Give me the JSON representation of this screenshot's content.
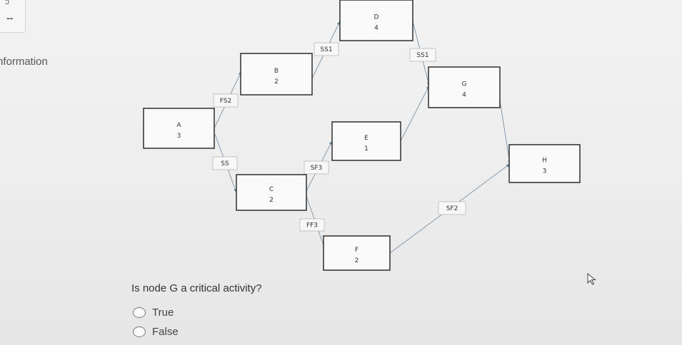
{
  "sidebar": {
    "label": "nformation",
    "top_glyph": "ɔ",
    "dash": "--"
  },
  "diagram": {
    "nodes": [
      {
        "name": "A",
        "duration": "3"
      },
      {
        "name": "B",
        "duration": "2"
      },
      {
        "name": "C",
        "duration": "2"
      },
      {
        "name": "D",
        "duration": "4"
      },
      {
        "name": "E",
        "duration": "1"
      },
      {
        "name": "F",
        "duration": "2"
      },
      {
        "name": "G",
        "duration": "4"
      },
      {
        "name": "H",
        "duration": "3"
      }
    ],
    "edges": [
      {
        "from": "A",
        "to": "B",
        "label": "FS2"
      },
      {
        "from": "A",
        "to": "C",
        "label": "SS"
      },
      {
        "from": "B",
        "to": "D",
        "label": "SS1"
      },
      {
        "from": "C",
        "to": "E",
        "label": "SF3"
      },
      {
        "from": "C",
        "to": "F",
        "label": "FF3"
      },
      {
        "from": "D",
        "to": "G",
        "label": "SS1"
      },
      {
        "from": "E",
        "to": "G",
        "label": ""
      },
      {
        "from": "G",
        "to": "H",
        "label": ""
      },
      {
        "from": "F",
        "to": "H",
        "label": "SF2"
      }
    ]
  },
  "question": {
    "text": "Is node G a critical activity?",
    "options": [
      "True",
      "False"
    ]
  }
}
